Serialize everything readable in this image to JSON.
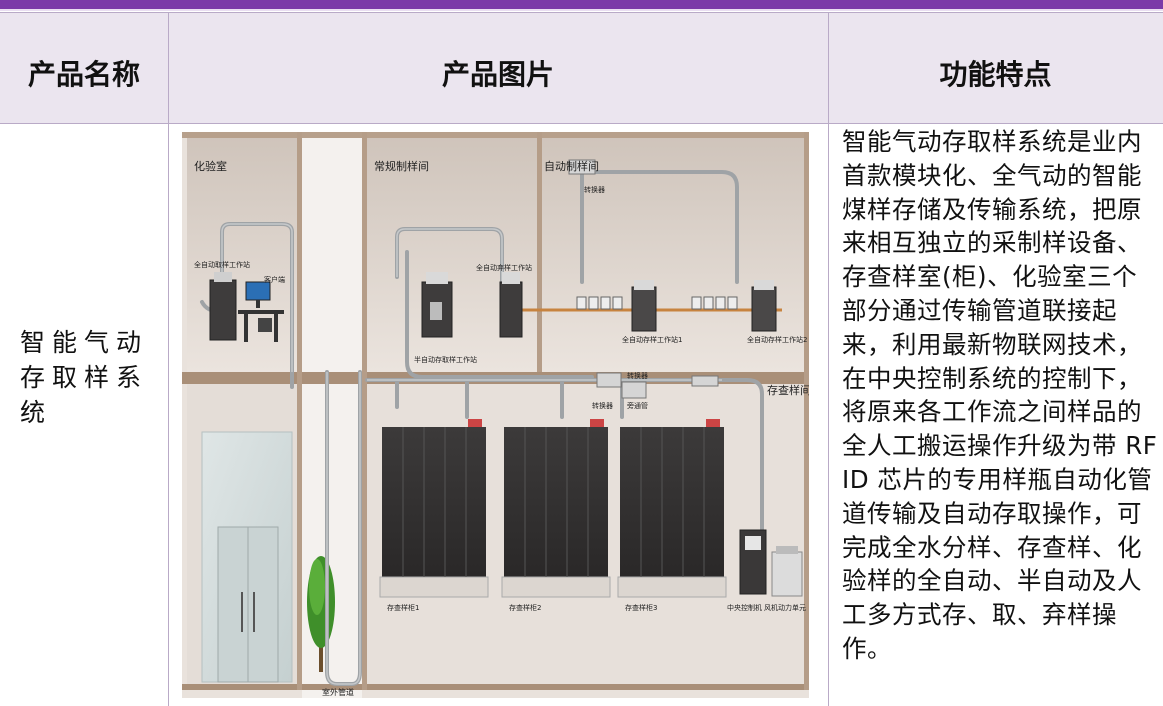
{
  "table": {
    "headers": {
      "name": "产品名称",
      "picture": "产品图片",
      "features": "功能特点"
    },
    "row": {
      "product_name": "智能气动存取样系统",
      "features": "智能气动存取样系统是业内首款模块化、全气动的智能煤样存储及传输系统，把原来相互独立的采制样设备、存查样室(柜)、化验室三个部分通过传输管道联接起来，利用最新物联网技术，在中央控制系统的控制下，将原来各工作流之间样品的全人工搬运操作升级为带 RFID 芯片的专用样瓶自动化管道传输及自动存取操作，可完成全水分样、存查样、化验样的全自动、半自动及人工多方式存、取、弃样操作。"
    }
  },
  "diagram": {
    "rooms": {
      "lab": "化验室",
      "regular_prep": "常规制样间",
      "auto_prep": "自动制样间",
      "storage": "存查样间"
    },
    "labels": {
      "auto_sample_station": "全自动取样工作站",
      "client": "客户端",
      "semi_auto_station": "半自动存取样工作站",
      "auto_discard_station": "全自动弃样工作站",
      "converter_top": "转换器",
      "auto_station_1": "全自动存样工作站1",
      "auto_station_2": "全自动存样工作站2",
      "converter_mid": "转换器",
      "converter_right": "转换器",
      "bypass": "旁通管",
      "cabinet_1": "存查样柜1",
      "cabinet_2": "存查样柜2",
      "cabinet_3": "存查样柜3",
      "central_control": "中央控制机",
      "fan_unit": "风机动力单元",
      "outdoor_pipe": "室外管道"
    }
  }
}
